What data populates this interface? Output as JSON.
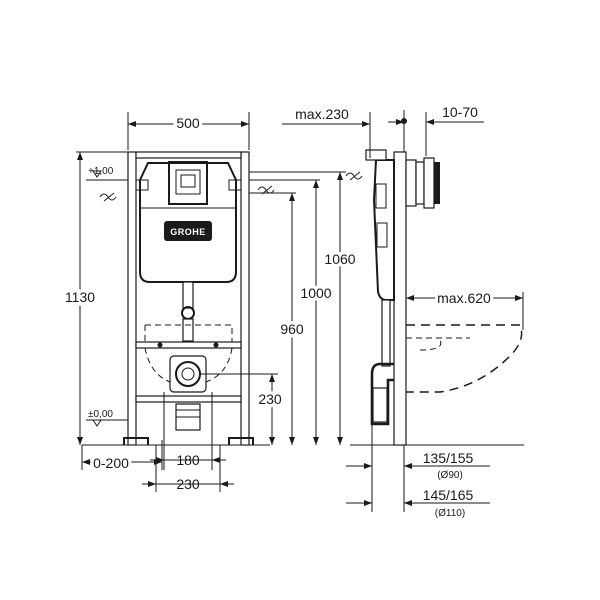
{
  "brand": {
    "logo_text": "GROHE"
  },
  "levels": {
    "top": "+1,00",
    "floor": "±0,00"
  },
  "dimensions": {
    "width": "500",
    "height_total": "1130",
    "h_1060": "1060",
    "h_1000": "1000",
    "h_960": "960",
    "h_230": "230",
    "bottom_0_200": "0-200",
    "bottom_180": "180",
    "bottom_230": "230",
    "max_230": "max.230",
    "range_10_70": "10-70",
    "max_620": "max.620",
    "r_135_155": "135/155",
    "d_90": "(Ø90)",
    "r_145_165": "145/165",
    "d_110": "(Ø110)"
  },
  "colors": {
    "line": "#1a1a1a",
    "background": "#ffffff"
  }
}
